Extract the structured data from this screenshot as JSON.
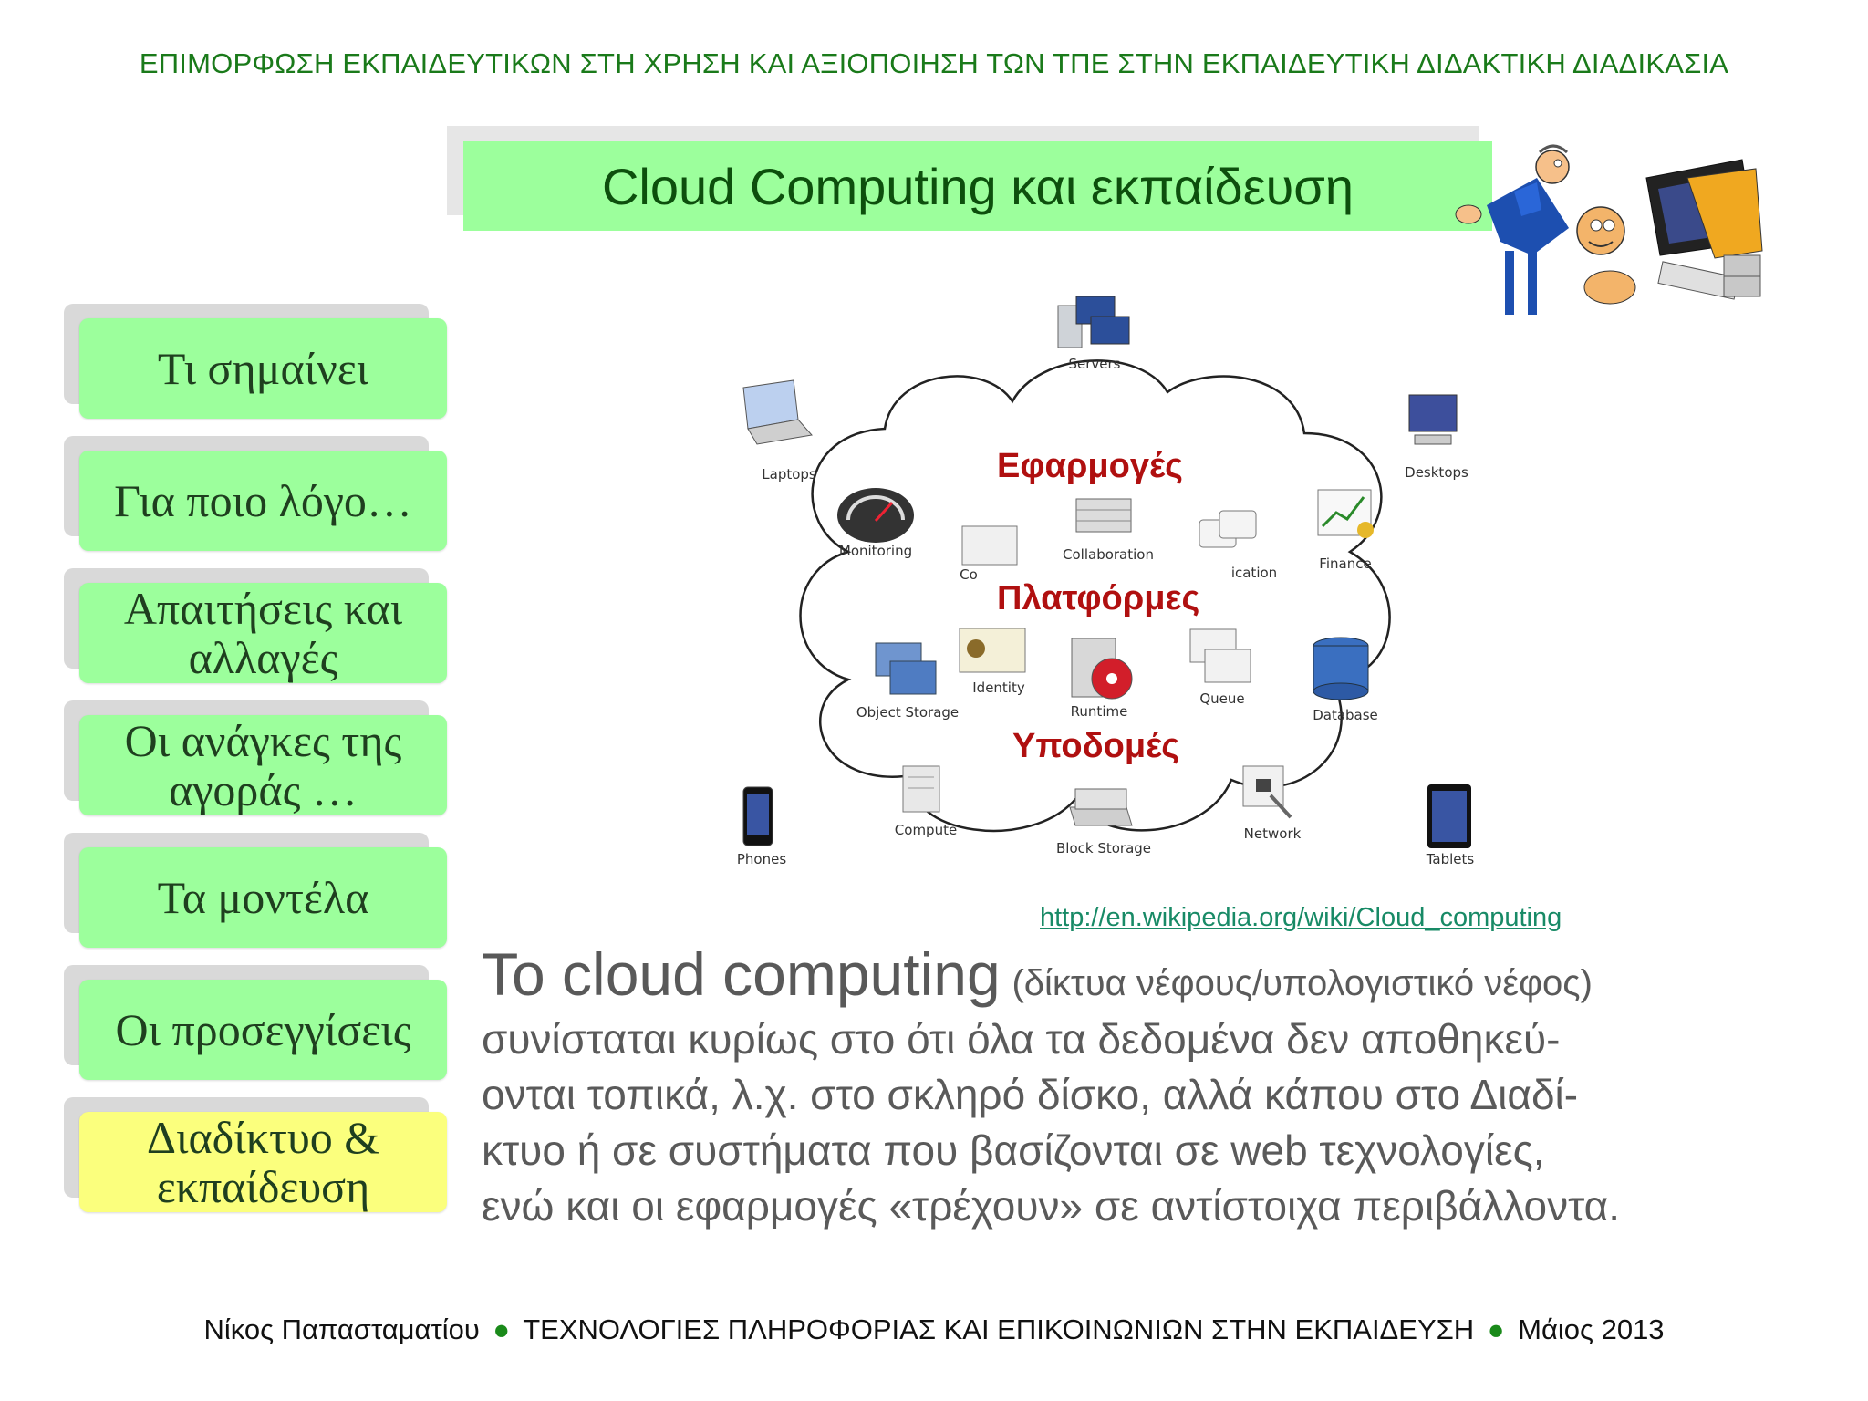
{
  "header": {
    "text": "ΕΠΙΜΟΡΦΩΣΗ ΕΚΠΑΙΔΕΥΤΙΚΩΝ ΣΤΗ ΧΡΗΣΗ ΚΑΙ ΑΞΙΟΠΟΙΗΣΗ ΤΩΝ ΤΠΕ ΣΤΗΝ ΕΚΠΑΙΔΕΥΤΙΚΗ ΔΙΔΑΚΤΙΚΗ ΔΙΑΔΙΚΑΣΙΑ"
  },
  "title": "Cloud Computing και εκπαίδευση",
  "sidebar": {
    "items": [
      {
        "label": "Τι σημαίνει"
      },
      {
        "label": "Για ποιο λόγο…"
      },
      {
        "label": "Απαιτήσεις και αλλαγές"
      },
      {
        "label": "Οι ανάγκες της αγοράς …"
      },
      {
        "label": "Τα μοντέλα"
      },
      {
        "label": "Οι προσεγγίσεις"
      },
      {
        "label": "Διαδίκτυο & εκπαίδευση",
        "active": true
      }
    ]
  },
  "diagram": {
    "layers": {
      "applications": "Εφαρμογές",
      "platforms": "Πλατφόρμες",
      "infrastructure": "Υποδομές"
    },
    "nodes": {
      "servers": "Servers",
      "laptops": "Laptops",
      "desktops": "Desktops",
      "monitoring": "Monitoring",
      "collaboration": "Collaboration",
      "communication": "ication",
      "finance": "Finance",
      "content": "Co",
      "identity": "Identity",
      "object_storage": "Object Storage",
      "runtime": "Runtime",
      "queue": "Queue",
      "database": "Database",
      "compute": "Compute",
      "block_storage": "Block Storage",
      "network": "Network",
      "phones": "Phones",
      "tablets": "Tablets"
    }
  },
  "source_link": "http://en.wikipedia.org/wiki/Cloud_computing",
  "body": {
    "lead": "To cloud computing",
    "paren": "(δίκτυα νέφους/υπολογιστικό νέφος)",
    "lines": [
      "συνίσταται κυρίως στο ότι όλα τα δεδομένα δεν αποθηκεύ-",
      "ονται τοπικά, λ.χ. στο σκληρό δίσκο, αλλά κάπου στο Διαδί-",
      "κτυο ή σε συστήματα που βασίζονται σε web τεχνολογίες,",
      "ενώ και οι εφαρμογές «τρέχουν» σε αντίστοιχα περιβάλλοντα."
    ],
    "final_dot": "."
  },
  "footer": {
    "author": "Νίκος Παπασταματίου",
    "course": "ΤΕΧΝΟΛΟΓΙΕΣ ΠΛΗΡΟΦΟΡΙΑΣ ΚΑΙ ΕΠΙΚΟΙΝΩΝΙΩΝ ΣΤΗΝ ΕΚΠΑΙΔΕΥΣΗ",
    "date": "Μάιος 2013",
    "separator": "●"
  },
  "colors": {
    "green_box": "#9cff9c",
    "active_box": "#fbff7d",
    "header_green": "#1a7a1a",
    "layer_red": "#b01010",
    "link": "#188a66"
  }
}
